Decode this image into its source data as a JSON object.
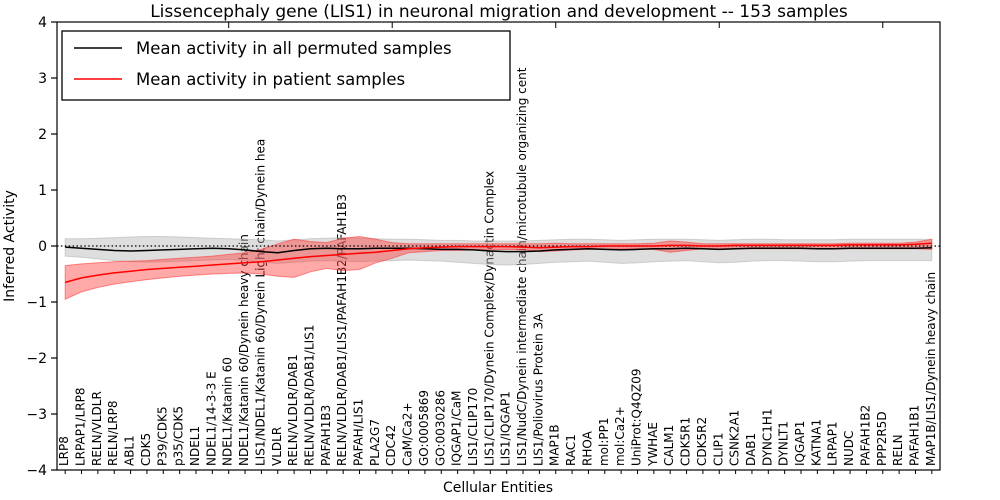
{
  "chart_data": {
    "type": "line",
    "title": "Lissencephaly gene (LIS1) in neuronal migration and development -- 153 samples",
    "xlabel": "Cellular Entities",
    "ylabel": "Inferred Activity",
    "ylim": [
      -4,
      4
    ],
    "yticks": [
      4,
      3,
      2,
      1,
      0,
      -1,
      -2,
      -3,
      -4
    ],
    "grid": false,
    "zero_line": 0,
    "legend_position": "upper left",
    "categories": [
      "LRP8",
      "LRPAP1/LRP8",
      "RELN/VLDLR",
      "RELN/LRP8",
      "ABL1",
      "CDK5",
      "P39/CDK5",
      "p35/CDK5",
      "NDEL1",
      "NDEL1/14-3-3 E",
      "NDEL1/Katanin 60",
      "NDEL1/Katanin 60/Dynein heavy chain",
      "LIS1/NDEL1/Katanin 60/Dynein Light chain/Dynein hea",
      "VLDLR",
      "RELN/VLDLR/DAB1",
      "RELN/VLDLR/DAB1/LIS1",
      "PAFAH1B3",
      "RELN/VLDLR/DAB1/LIS1/PAFAH1B2/PAFAH1B3",
      "PAFAH/LIS1",
      "PLA2G7",
      "CDC42",
      "CaM/Ca2+",
      "GO:0005869",
      "GO:0030286",
      "IQGAP1/CaM",
      "LIS1/CLIP170",
      "LIS1/CLIP170/Dynein Complex/Dynactin Complex",
      "LIS1/IQGAP1",
      "LIS1/NudC/Dynein intermediate chain/microtubule organizing cent",
      "LIS1/Poliovirus Protein 3A",
      "MAP1B",
      "RAC1",
      "RHOA",
      "mol:PP1",
      "mol:Ca2+",
      "UniProt:Q4QZ09",
      "YWHAE",
      "CALM1",
      "CDK5R1",
      "CDK5R2",
      "CLIP1",
      "CSNK2A1",
      "DAB1",
      "DYNC1H1",
      "DYNLT1",
      "IQGAP1",
      "KATNA1",
      "LRPAP1",
      "NUDC",
      "PAFAH1B2",
      "PPP2R5D",
      "RELN",
      "PAFAH1B1",
      "MAP1B/LIS1/Dynein heavy chain"
    ],
    "series": [
      {
        "name": "Mean activity in all permuted samples",
        "color": "#000000",
        "band_color": "#b0b0b0",
        "values": [
          -0.02,
          -0.04,
          -0.06,
          -0.08,
          -0.09,
          -0.08,
          -0.07,
          -0.06,
          -0.05,
          -0.04,
          -0.05,
          -0.07,
          -0.1,
          -0.12,
          -0.08,
          -0.05,
          -0.04,
          -0.05,
          -0.05,
          -0.04,
          -0.04,
          -0.04,
          -0.05,
          -0.06,
          -0.06,
          -0.07,
          -0.09,
          -0.1,
          -0.1,
          -0.09,
          -0.07,
          -0.06,
          -0.05,
          -0.06,
          -0.07,
          -0.06,
          -0.05,
          -0.05,
          -0.04,
          -0.05,
          -0.06,
          -0.05,
          -0.04,
          -0.04,
          -0.04,
          -0.04,
          -0.05,
          -0.05,
          -0.04,
          -0.04,
          -0.04,
          -0.04,
          -0.04,
          -0.03
        ],
        "band_upper": [
          0.13,
          0.13,
          0.14,
          0.15,
          0.16,
          0.17,
          0.17,
          0.16,
          0.15,
          0.14,
          0.13,
          0.12,
          0.11,
          0.09,
          0.11,
          0.13,
          0.14,
          0.15,
          0.14,
          0.13,
          0.12,
          0.12,
          0.11,
          0.1,
          0.1,
          0.09,
          0.09,
          0.09,
          0.09,
          0.1,
          0.11,
          0.12,
          0.12,
          0.11,
          0.1,
          0.11,
          0.12,
          0.12,
          0.12,
          0.11,
          0.1,
          0.11,
          0.12,
          0.12,
          0.11,
          0.11,
          0.11,
          0.11,
          0.12,
          0.12,
          0.12,
          0.12,
          0.12,
          0.12
        ],
        "band_lower": [
          -0.18,
          -0.2,
          -0.23,
          -0.26,
          -0.28,
          -0.29,
          -0.28,
          -0.27,
          -0.26,
          -0.25,
          -0.24,
          -0.26,
          -0.29,
          -0.31,
          -0.29,
          -0.27,
          -0.26,
          -0.27,
          -0.28,
          -0.27,
          -0.26,
          -0.25,
          -0.26,
          -0.27,
          -0.29,
          -0.31,
          -0.33,
          -0.34,
          -0.33,
          -0.31,
          -0.29,
          -0.28,
          -0.27,
          -0.29,
          -0.31,
          -0.3,
          -0.28,
          -0.27,
          -0.26,
          -0.28,
          -0.3,
          -0.29,
          -0.27,
          -0.26,
          -0.26,
          -0.27,
          -0.28,
          -0.28,
          -0.27,
          -0.26,
          -0.26,
          -0.26,
          -0.26,
          -0.26
        ]
      },
      {
        "name": "Mean activity in patient samples",
        "color": "#ff0000",
        "band_color": "#ff3333",
        "values": [
          -0.65,
          -0.57,
          -0.52,
          -0.48,
          -0.45,
          -0.42,
          -0.4,
          -0.38,
          -0.36,
          -0.34,
          -0.32,
          -0.3,
          -0.28,
          -0.25,
          -0.22,
          -0.19,
          -0.17,
          -0.15,
          -0.13,
          -0.11,
          -0.08,
          -0.05,
          -0.03,
          -0.02,
          -0.01,
          -0.01,
          -0.01,
          -0.01,
          -0.02,
          -0.03,
          -0.02,
          -0.01,
          -0.01,
          0.0,
          0.0,
          0.0,
          0.0,
          0.01,
          0.01,
          0.0,
          0.0,
          0.01,
          0.01,
          0.01,
          0.01,
          0.01,
          0.01,
          0.01,
          0.02,
          0.02,
          0.02,
          0.02,
          0.03,
          0.05
        ],
        "band_upper": [
          -0.35,
          -0.32,
          -0.3,
          -0.28,
          -0.27,
          -0.26,
          -0.24,
          -0.22,
          -0.2,
          -0.18,
          -0.15,
          -0.12,
          -0.06,
          0.04,
          0.12,
          0.08,
          0.06,
          0.14,
          0.17,
          0.12,
          0.06,
          0.04,
          0.04,
          0.04,
          0.04,
          0.04,
          0.04,
          0.04,
          0.04,
          0.04,
          0.05,
          0.04,
          0.04,
          0.04,
          0.04,
          0.04,
          0.05,
          0.09,
          0.07,
          0.04,
          0.04,
          0.04,
          0.04,
          0.04,
          0.04,
          0.04,
          0.04,
          0.04,
          0.05,
          0.05,
          0.05,
          0.05,
          0.07,
          0.12
        ],
        "band_lower": [
          -0.95,
          -0.82,
          -0.74,
          -0.68,
          -0.64,
          -0.6,
          -0.57,
          -0.54,
          -0.52,
          -0.5,
          -0.49,
          -0.48,
          -0.5,
          -0.54,
          -0.56,
          -0.46,
          -0.4,
          -0.44,
          -0.42,
          -0.3,
          -0.22,
          -0.12,
          -0.1,
          -0.08,
          -0.08,
          -0.07,
          -0.07,
          -0.06,
          -0.07,
          -0.1,
          -0.09,
          -0.07,
          -0.06,
          -0.06,
          -0.05,
          -0.05,
          -0.06,
          -0.11,
          -0.08,
          -0.05,
          -0.05,
          -0.05,
          -0.05,
          -0.05,
          -0.05,
          -0.05,
          -0.05,
          -0.05,
          -0.05,
          -0.05,
          -0.05,
          -0.05,
          -0.05,
          -0.06
        ]
      }
    ]
  }
}
